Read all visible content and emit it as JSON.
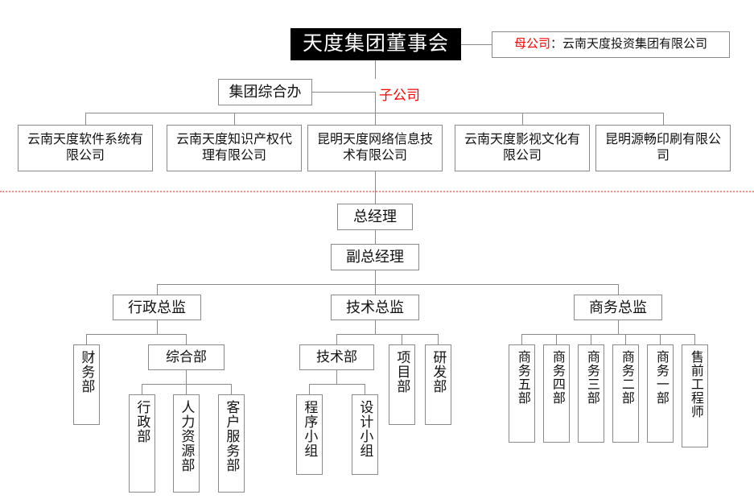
{
  "meta": {
    "title": "天度集团组织结构图",
    "colors": {
      "root_bg": "#000000",
      "root_text": "#ffffff",
      "box_border": "#8a8a8a",
      "line": "#8a8a8a",
      "accent_red": "#ff0000",
      "divider_red": "#ff8a8a",
      "background": "#ffffff"
    }
  },
  "board": {
    "root_label": "天度集团董事会",
    "parent_company_tag": "母公司",
    "parent_company_sep": "：",
    "parent_company_name": "云南天度投资集团有限公司",
    "group_office": "集团综合办",
    "subsidiary_tag": "子公司"
  },
  "subsidiaries": [
    {
      "label": "云南天度软件系统有限公司"
    },
    {
      "label": "云南天度知识产权代理有限公司"
    },
    {
      "label": "昆明天度网络信息技术有限公司"
    },
    {
      "label": "云南天度影视文化有限公司"
    },
    {
      "label": "昆明源畅印刷有限公司"
    }
  ],
  "management": {
    "general_manager": "总经理",
    "deputy_general_manager": "副总经理"
  },
  "directors": [
    {
      "label": "行政总监"
    },
    {
      "label": "技术总监"
    },
    {
      "label": "商务总监"
    }
  ],
  "admin_branch": {
    "finance": "财务部",
    "general_affairs": "综合部",
    "children": [
      {
        "label": "行政部"
      },
      {
        "label": "人力资源部"
      },
      {
        "label": "客户服务部"
      }
    ]
  },
  "tech_branch": {
    "tech_dept": "技术部",
    "project_dept": "项目部",
    "rnd_dept": "研发部",
    "children": [
      {
        "label": "程序小组"
      },
      {
        "label": "设计小组"
      }
    ]
  },
  "business_branch": {
    "units": [
      {
        "label": "商务五部"
      },
      {
        "label": "商务四部"
      },
      {
        "label": "商务三部"
      },
      {
        "label": "商务二部"
      },
      {
        "label": "商务一部"
      },
      {
        "label": "售前工程师"
      }
    ]
  }
}
